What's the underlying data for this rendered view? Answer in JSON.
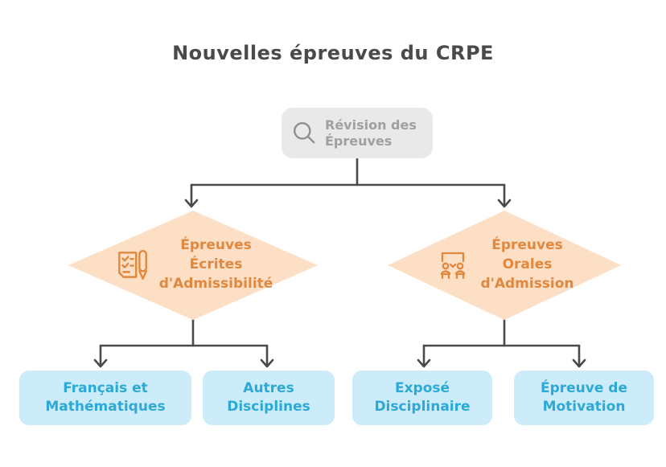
{
  "title": "Nouvelles épreuves du CRPE",
  "root": {
    "icon": "magnifier-icon",
    "lines": [
      "Révision des",
      "Épreuves"
    ]
  },
  "diamonds": [
    {
      "id": "epreuves-ecrites",
      "icon": "checklist-pen-icon",
      "lines": [
        "Épreuves",
        "Écrites",
        "d'Admissibilité"
      ]
    },
    {
      "id": "epreuves-orales",
      "icon": "presentation-audience-icon",
      "lines": [
        "Épreuves",
        "Orales",
        "d'Admission"
      ]
    }
  ],
  "leaves": [
    {
      "lines": [
        "Français et",
        "Mathématiques"
      ]
    },
    {
      "lines": [
        "Autres",
        "Disciplines"
      ]
    },
    {
      "lines": [
        "Exposé",
        "Disciplinaire"
      ]
    },
    {
      "lines": [
        "Épreuve de",
        "Motivation"
      ]
    }
  ],
  "colors": {
    "title_text": "#4a4a4a",
    "connector": "#4a4a4a",
    "root_fill": "#e9e9e9",
    "root_text": "#a0a0a0",
    "root_icon": "#8f8f8f",
    "diamond_fill": "#fcdfc5",
    "diamond_text": "#e1883e",
    "leaf_fill": "#cbecf8",
    "leaf_text": "#2da9d8",
    "background": "#ffffff"
  }
}
